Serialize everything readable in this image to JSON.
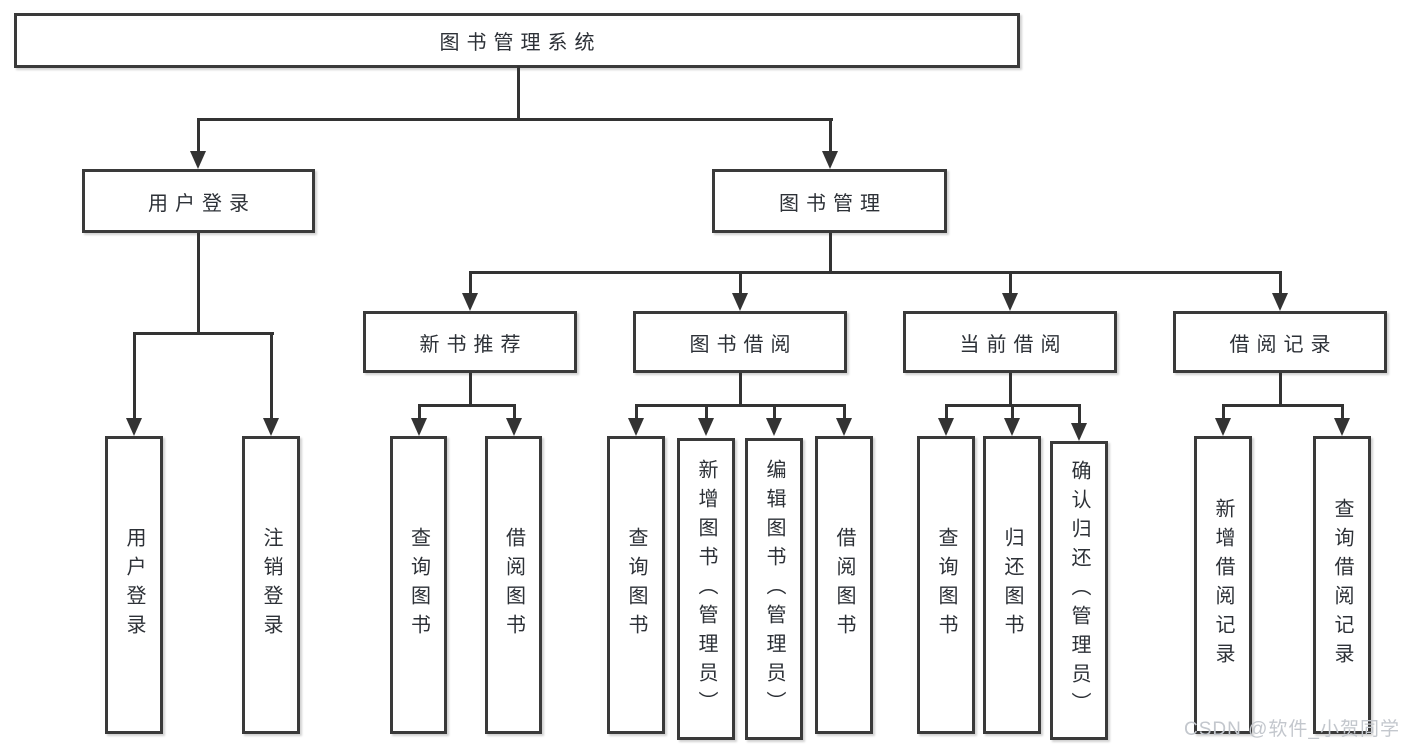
{
  "diagram": {
    "root": {
      "id": "library-management-system",
      "label": "图书管理系统"
    },
    "level2": [
      {
        "id": "user-login",
        "label": "用户登录",
        "parent": "library-management-system"
      },
      {
        "id": "book-management",
        "label": "图书管理",
        "parent": "library-management-system"
      }
    ],
    "level3": [
      {
        "id": "new-book-recommend",
        "label": "新书推荐",
        "parent": "book-management"
      },
      {
        "id": "book-borrow",
        "label": "图书借阅",
        "parent": "book-management"
      },
      {
        "id": "current-borrow",
        "label": "当前借阅",
        "parent": "book-management"
      },
      {
        "id": "borrow-records",
        "label": "借阅记录",
        "parent": "book-management"
      }
    ],
    "leaves": [
      {
        "label": "用户登录",
        "parent": "user-login"
      },
      {
        "label": "注销登录",
        "parent": "user-login"
      },
      {
        "label": "查询图书",
        "parent": "new-book-recommend"
      },
      {
        "label": "借阅图书",
        "parent": "new-book-recommend"
      },
      {
        "label": "查询图书",
        "parent": "book-borrow"
      },
      {
        "label": "新增图书（管理员）",
        "parent": "book-borrow"
      },
      {
        "label": "编辑图书（管理员）",
        "parent": "book-borrow"
      },
      {
        "label": "借阅图书",
        "parent": "book-borrow"
      },
      {
        "label": "查询图书",
        "parent": "current-borrow"
      },
      {
        "label": "归还图书",
        "parent": "current-borrow"
      },
      {
        "label": "确认归还（管理员）",
        "parent": "current-borrow"
      },
      {
        "label": "新增借阅记录",
        "parent": "borrow-records"
      },
      {
        "label": "查询借阅记录",
        "parent": "borrow-records"
      }
    ]
  },
  "watermark": {
    "text": "CSDN @软件_小贺同学"
  },
  "colors": {
    "line": "#333333",
    "border": "#3a3a3a",
    "text": "#2d3137",
    "background": "#ffffff",
    "watermark": "#c3c7cd"
  }
}
